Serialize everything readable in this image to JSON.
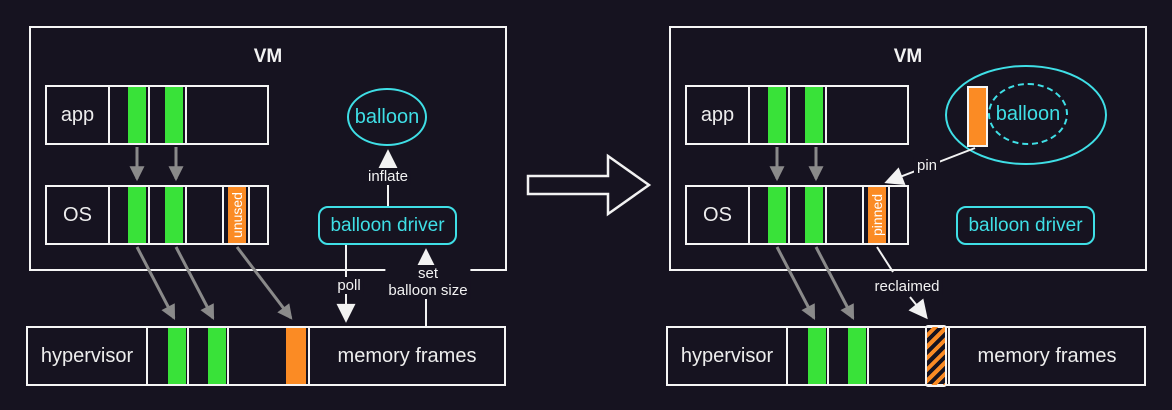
{
  "left": {
    "vm": "VM",
    "app": "app",
    "os": "OS",
    "unused": "unused",
    "balloon": "balloon",
    "driver": "balloon driver",
    "inflate": "inflate",
    "poll": "poll",
    "set_line1": "set",
    "set_line2": "balloon size",
    "hypervisor": "hypervisor",
    "memory_frames": "memory frames"
  },
  "right": {
    "vm": "VM",
    "app": "app",
    "os": "OS",
    "pinned": "pinned",
    "balloon": "balloon",
    "driver": "balloon driver",
    "pin": "pin",
    "reclaimed": "reclaimed",
    "hypervisor": "hypervisor",
    "memory_frames": "memory frames"
  },
  "colors": {
    "background": "#161320",
    "outline_white": "#f5f5f5",
    "used_page_green": "#39e239",
    "balloon_page_orange": "#fb8b24",
    "accent_cyan": "#3fdfe6",
    "arrow_gray": "#8a8a8a"
  }
}
